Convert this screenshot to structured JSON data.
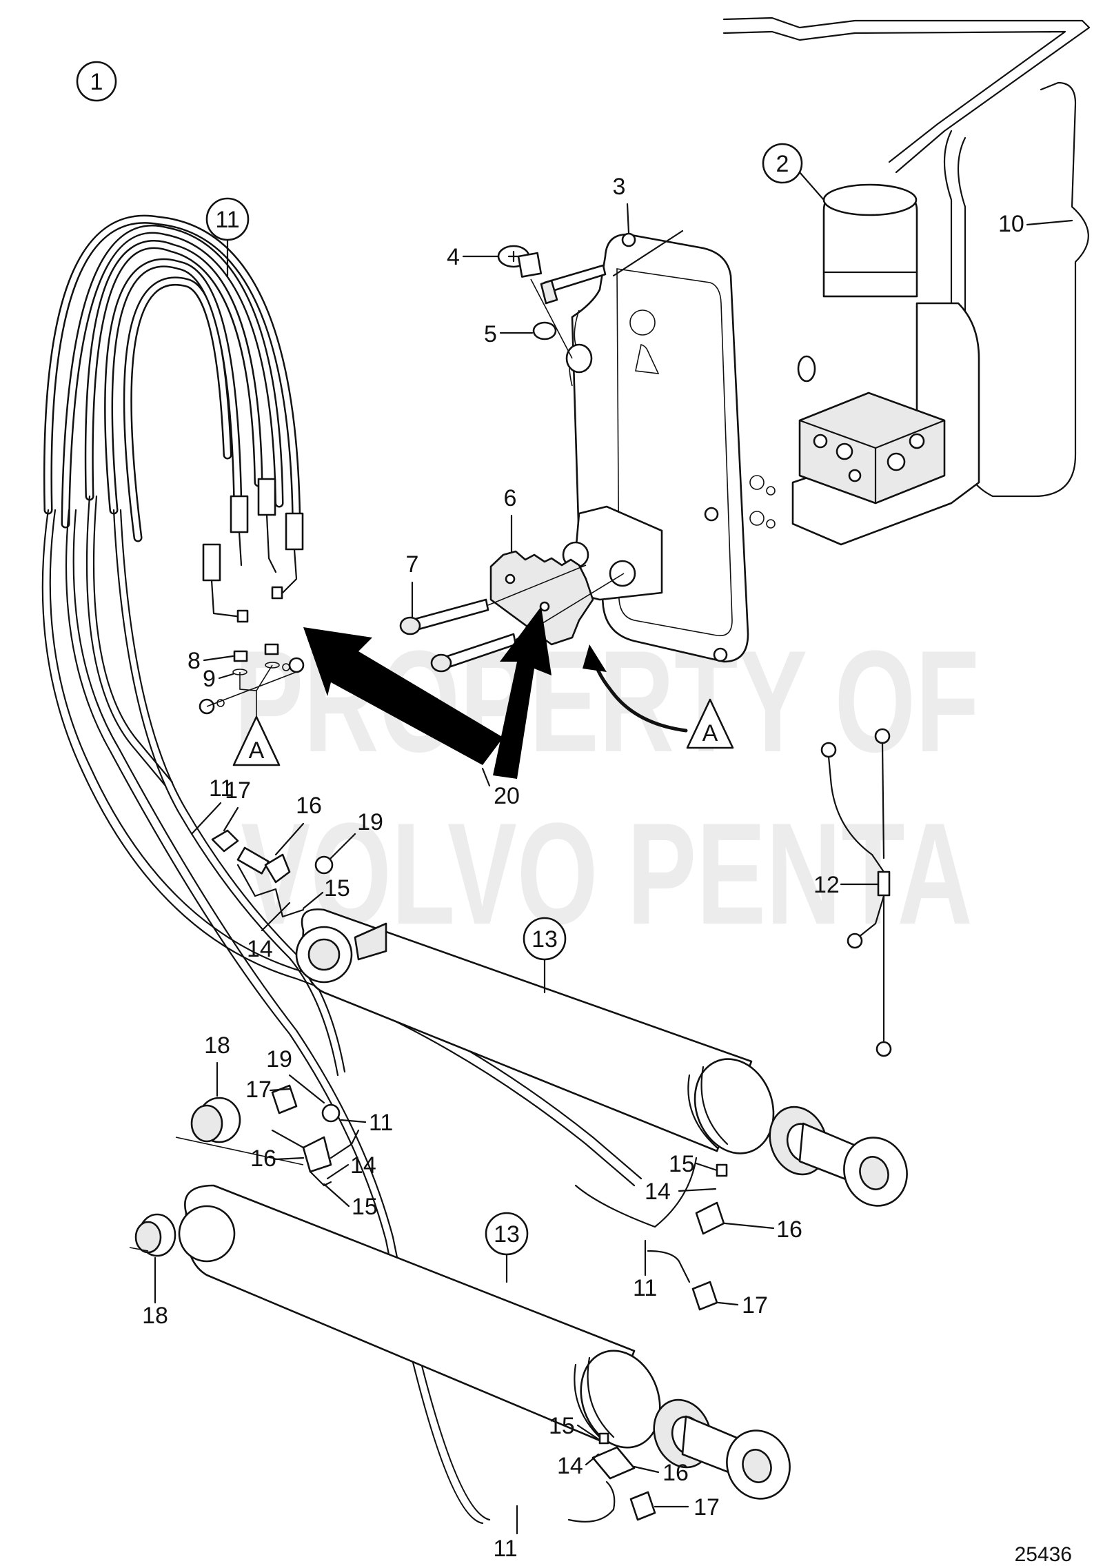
{
  "watermark": {
    "line1": "PROPERTY OF",
    "line2": "VOLVO PENTA"
  },
  "figure_number": "25436",
  "circled_labels": {
    "c1": "1",
    "c2": "2",
    "c11": "11",
    "c13a": "13",
    "c13b": "13"
  },
  "detail_marker": "A",
  "labels": {
    "l3": "3",
    "l4": "4",
    "l5": "5",
    "l6": "6",
    "l7": "7",
    "l8": "8",
    "l9": "9",
    "l10": "10",
    "l11a": "11",
    "l11b": "11",
    "l11c": "11",
    "l11d": "11",
    "l12": "12",
    "l14a": "14",
    "l14b": "14",
    "l14c": "14",
    "l14d": "14",
    "l15a": "15",
    "l15b": "15",
    "l15c": "15",
    "l15d": "15",
    "l16a": "16",
    "l16b": "16",
    "l16c": "16",
    "l16d": "16",
    "l17a": "17",
    "l17b": "17",
    "l17c": "17",
    "l17d": "17",
    "l18a": "18",
    "l18b": "18",
    "l19a": "19",
    "l19b": "19",
    "l20": "20"
  }
}
